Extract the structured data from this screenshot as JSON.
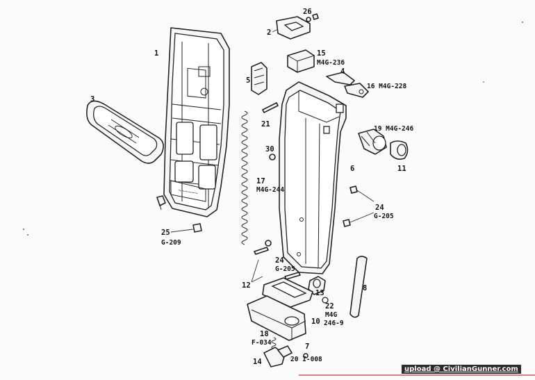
{
  "diagram": {
    "callouts": {
      "c1": "1",
      "c2": "2",
      "c3": "3",
      "c4": "4",
      "c5": "5",
      "c6": "6",
      "c7": "7",
      "c8": "8",
      "c10": "10",
      "c11": "11",
      "c12": "12",
      "c13": "13",
      "c14": "14",
      "c15": "15",
      "c15b": "M4G-236",
      "c16": "16 M4G-228",
      "c17": "17",
      "c17b": "M4G-244",
      "c18": "18",
      "c18b": "F-034",
      "c19": "19 M4G-246",
      "c20": "20 I-008",
      "c21": "21",
      "c22": "22",
      "c22b": "M4G",
      "c22c": "246-9",
      "c24a": "24",
      "c24ab": "G-205",
      "c24b": "24",
      "c24bb": "G-205",
      "c25": "25",
      "c25b": "G-209",
      "c26": "26",
      "c30": "30"
    }
  },
  "watermark": "upload @ CivilianGunner.com"
}
